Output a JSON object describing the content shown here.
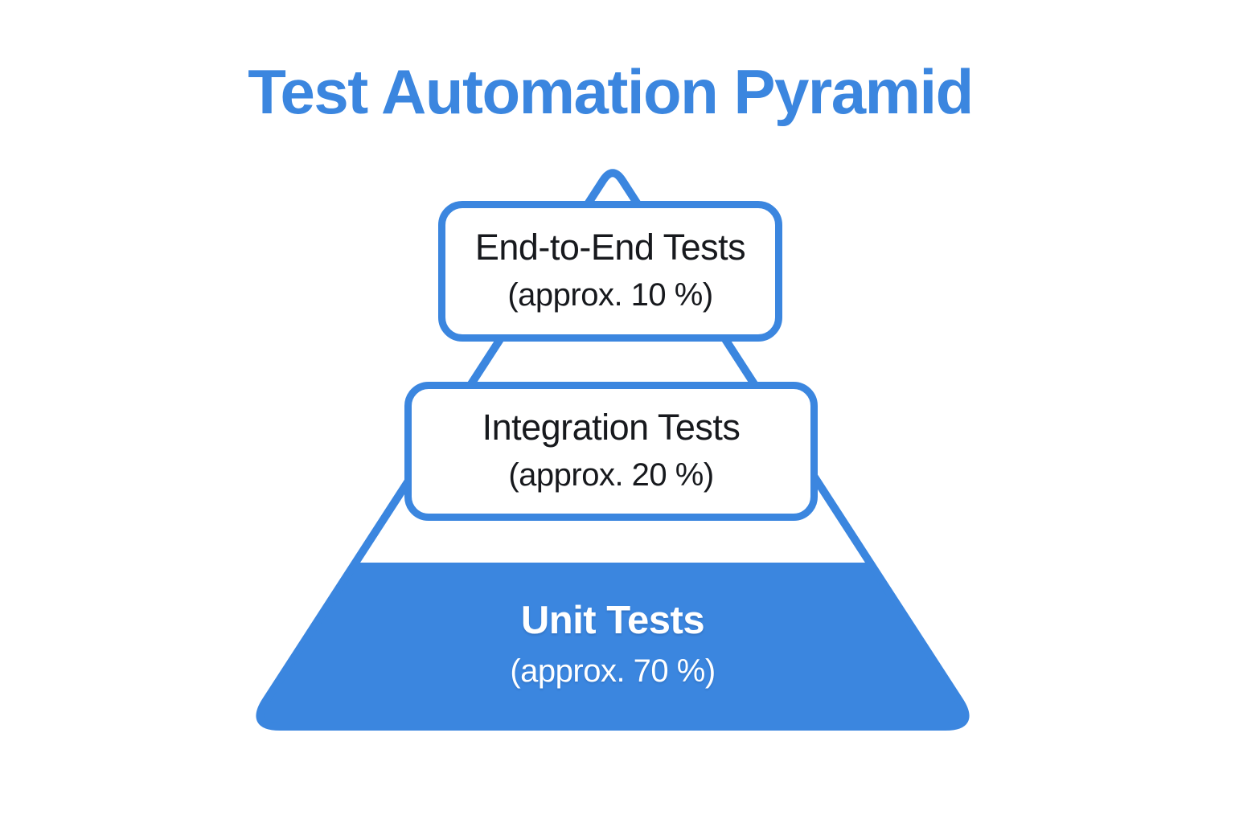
{
  "title": "Test Automation Pyramid",
  "colors": {
    "accent_blue": "#3B86DF",
    "text_dark": "#17191D",
    "text_light": "#FFFFFF",
    "background": "#FFFFFF"
  },
  "pyramid": {
    "levels": [
      {
        "id": "end-to-end",
        "label": "End-to-End Tests",
        "share": "(approx. 10 %)",
        "percent": 10,
        "position": "top"
      },
      {
        "id": "integration",
        "label": "Integration Tests",
        "share": "(approx. 20 %)",
        "percent": 20,
        "position": "middle"
      },
      {
        "id": "unit",
        "label": "Unit Tests",
        "share": "(approx. 70 %)",
        "percent": 70,
        "position": "bottom"
      }
    ]
  }
}
